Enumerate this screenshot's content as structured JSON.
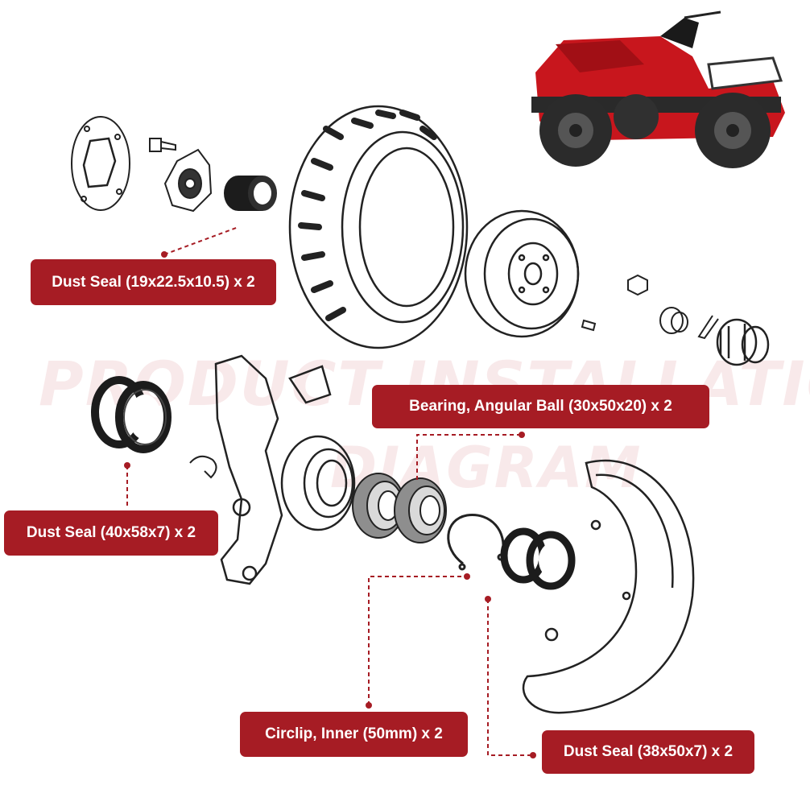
{
  "watermark": {
    "line1": "PRODUCT INSTALLATION",
    "line2": "DIAGRAM"
  },
  "labels": {
    "dust_seal_small": "Dust Seal (19x22.5x10.5) x 2",
    "bearing": "Bearing, Angular Ball (30x50x20) x 2",
    "dust_seal_knuckle": "Dust Seal (40x58x7) x 2",
    "circlip": "Circlip, Inner (50mm) x 2",
    "dust_seal_hub": "Dust Seal (38x50x7) x 2"
  },
  "colors": {
    "label_bg": "#a61c24",
    "label_text": "#ffffff",
    "leader_line": "#a61c24",
    "line_art": "#222222",
    "atv_red": "#c8161d",
    "seal_black": "#1c1c1c",
    "bearing_steel": "#8e8e8e"
  }
}
